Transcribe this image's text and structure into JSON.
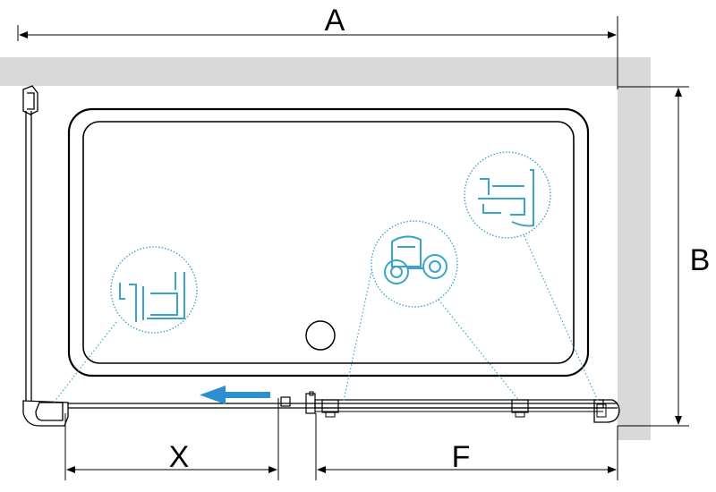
{
  "dimensions": {
    "a": "A",
    "b": "B",
    "x": "X",
    "f": "F"
  },
  "colors": {
    "wall": "#d9d9d9",
    "detail": "#3aa4cc",
    "arrow": "#2b8fd0",
    "line": "#000000"
  },
  "icons": {
    "slide-direction": "arrow-left-icon",
    "drain": "drain-icon",
    "rollers": "roller-icon"
  }
}
